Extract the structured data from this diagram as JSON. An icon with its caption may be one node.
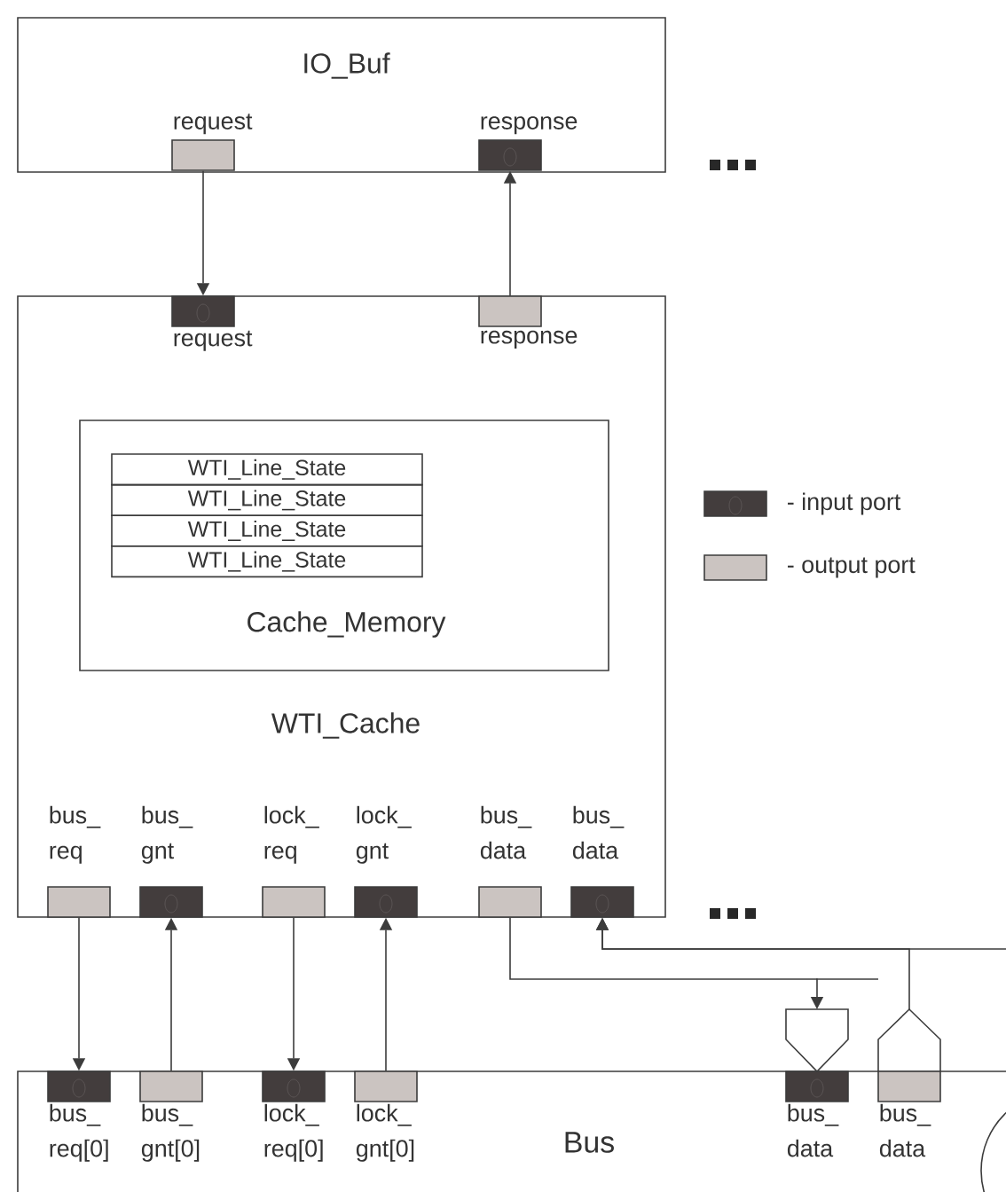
{
  "diagram": {
    "nodes": [
      {
        "text": [
          "IO_Buf"
        ]
      },
      {
        "text": [
          "request"
        ],
        "in": 0
      },
      {
        "text": [
          "response"
        ],
        "in": 0
      },
      {
        "text": [
          "WTI_Cache"
        ]
      },
      {
        "text": [
          "request"
        ],
        "in": 3
      },
      {
        "text": [
          "response"
        ],
        "in": 3
      },
      {
        "text": [
          "Cache_Memory"
        ],
        "in": 3
      },
      {
        "text": [
          "WTI_Line_State"
        ],
        "in": 6
      },
      {
        "text": [
          "WTI_Line_State"
        ],
        "in": 6
      },
      {
        "text": [
          "WTI_Line_State"
        ],
        "in": 6
      },
      {
        "text": [
          "WTI_Line_State"
        ],
        "in": 6
      },
      {
        "text": [
          "bus_ req"
        ],
        "in": 3
      },
      {
        "text": [
          "bus_ gnt"
        ],
        "in": 3
      },
      {
        "text": [
          "lock_ req"
        ],
        "in": 3
      },
      {
        "text": [
          "lock_ gnt"
        ],
        "in": 3
      },
      {
        "text": [
          "bus_ data"
        ],
        "in": 3
      },
      {
        "text": [
          "bus_ data"
        ],
        "in": 3
      },
      {
        "text": [],
        "shape": "pentagon"
      },
      {
        "text": [],
        "shape": "pentagon"
      },
      {
        "text": [
          "Bus"
        ]
      },
      {
        "text": [
          "bus_ req[0]"
        ],
        "in": 19
      },
      {
        "text": [
          "bus_ gnt[0]"
        ],
        "in": 19
      },
      {
        "text": [
          "lock_ req[0]"
        ],
        "in": 19
      },
      {
        "text": [
          "lock_ gnt[0]"
        ],
        "in": 19
      },
      {
        "text": [
          "bus_ data"
        ],
        "in": 19
      },
      {
        "text": [
          "bus_ data"
        ],
        "in": 19
      }
    ],
    "edges": [
      {
        "from": 1,
        "to": 4,
        "arrow": "to"
      },
      {
        "from": 5,
        "to": 2,
        "arrow": "to"
      },
      {
        "from": 11,
        "to": 20,
        "arrow": "to"
      },
      {
        "from": 21,
        "to": 12,
        "arrow": "to"
      },
      {
        "from": 13,
        "to": 22,
        "arrow": "to"
      },
      {
        "from": 23,
        "to": 14,
        "arrow": "to"
      },
      {
        "from": 15,
        "to": 17,
        "arrow": "to"
      },
      {
        "from": 18,
        "to": 16,
        "arrow": "to"
      },
      {
        "from": null,
        "to": 16,
        "arrow": "to"
      }
    ],
    "legend": [
      {
        "text": "- input port",
        "color": "#433d3d"
      },
      {
        "text": "- output port",
        "color": "#cbc4c1"
      }
    ]
  }
}
